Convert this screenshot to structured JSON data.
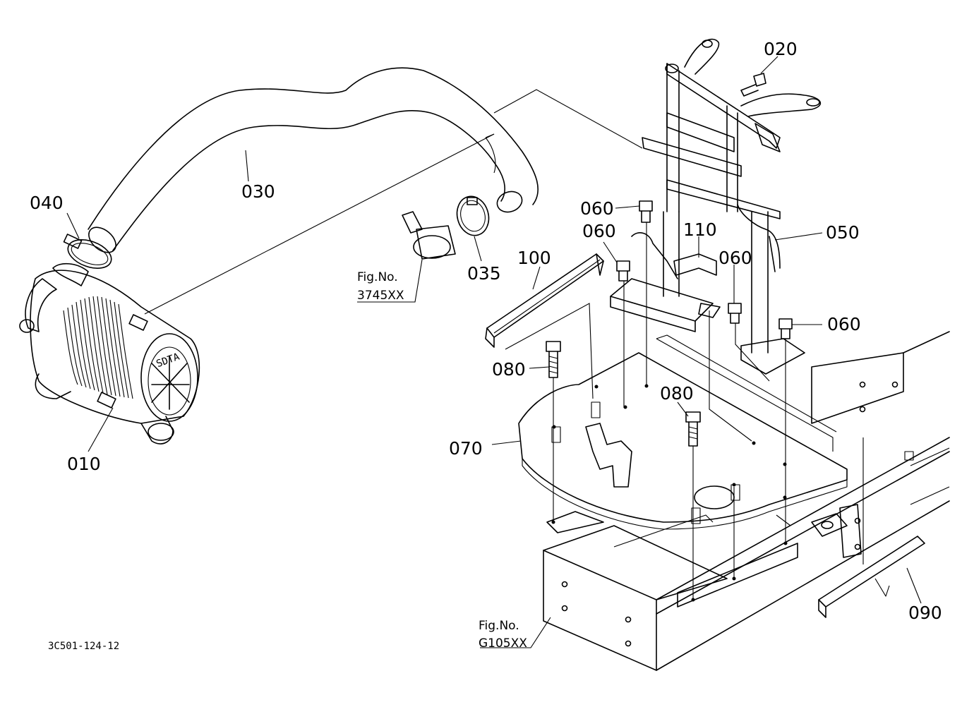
{
  "callouts": {
    "c010": "010",
    "c020": "020",
    "c030": "030",
    "c035": "035",
    "c040": "040",
    "c050": "050",
    "c060a": "060",
    "c060b": "060",
    "c060c": "060",
    "c060d": "060",
    "c070": "070",
    "c080a": "080",
    "c080b": "080",
    "c090": "090",
    "c100": "100",
    "c110": "110"
  },
  "references": {
    "fig1_label": "Fig.No.",
    "fig1_number": "3745XX",
    "fig2_label": "Fig.No.",
    "fig2_number": "G105XX"
  },
  "drawing_code": "3C501-124-12"
}
